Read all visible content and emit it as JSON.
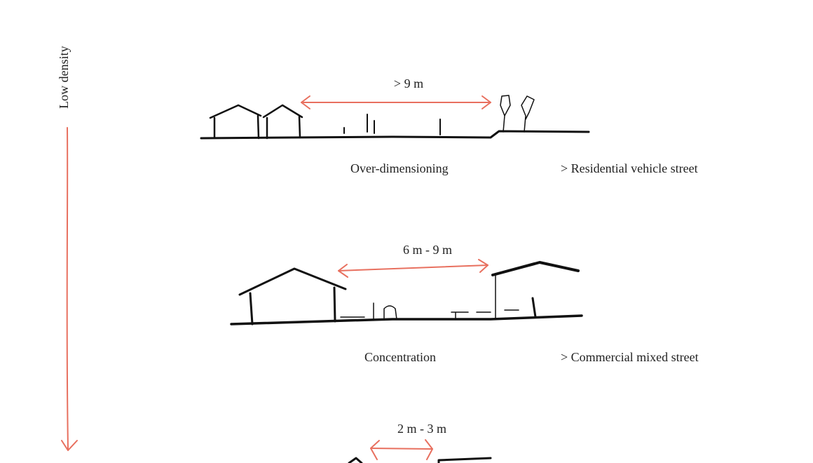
{
  "axis": {
    "label": "Low density",
    "color": "#e8705f"
  },
  "sections": [
    {
      "width": "> 9 m",
      "name": "Over-dimensioning",
      "type": "> Residential vehicle street"
    },
    {
      "width": "6 m - 9 m",
      "name": "Concentration",
      "type": "> Commercial mixed street"
    },
    {
      "width": "2 m - 3 m"
    }
  ]
}
